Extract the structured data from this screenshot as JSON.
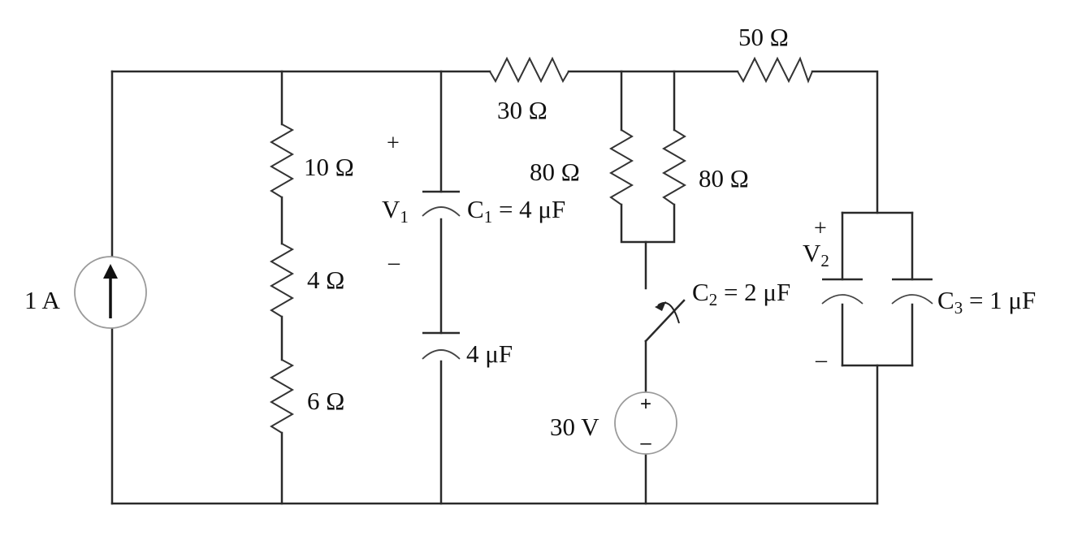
{
  "labels": {
    "r10": "10 Ω",
    "r4": "4 Ω",
    "r6": "6 Ω",
    "r30": "30 Ω",
    "r50": "50 Ω",
    "r80_left": "80 Ω",
    "r80_right": "80 Ω",
    "current_source": "1 A",
    "voltage_source": "30 V",
    "c1_value": " = 4 μF",
    "c_bottom": "4 μF",
    "c2_value": " = 2 μF",
    "c3_value": " = 1 μF"
  },
  "symbols": {
    "v1": "V",
    "v1_sub": "1",
    "v2": "V",
    "v2_sub": "2",
    "c1": "C",
    "c1_sub": "1",
    "c2": "C",
    "c2_sub": "2",
    "c3": "C",
    "c3_sub": "3",
    "plus": "+",
    "minus": "–"
  },
  "icons": {
    "current_source": "current-source-icon",
    "voltage_source": "voltage-source-icon",
    "switch": "switch-icon"
  }
}
